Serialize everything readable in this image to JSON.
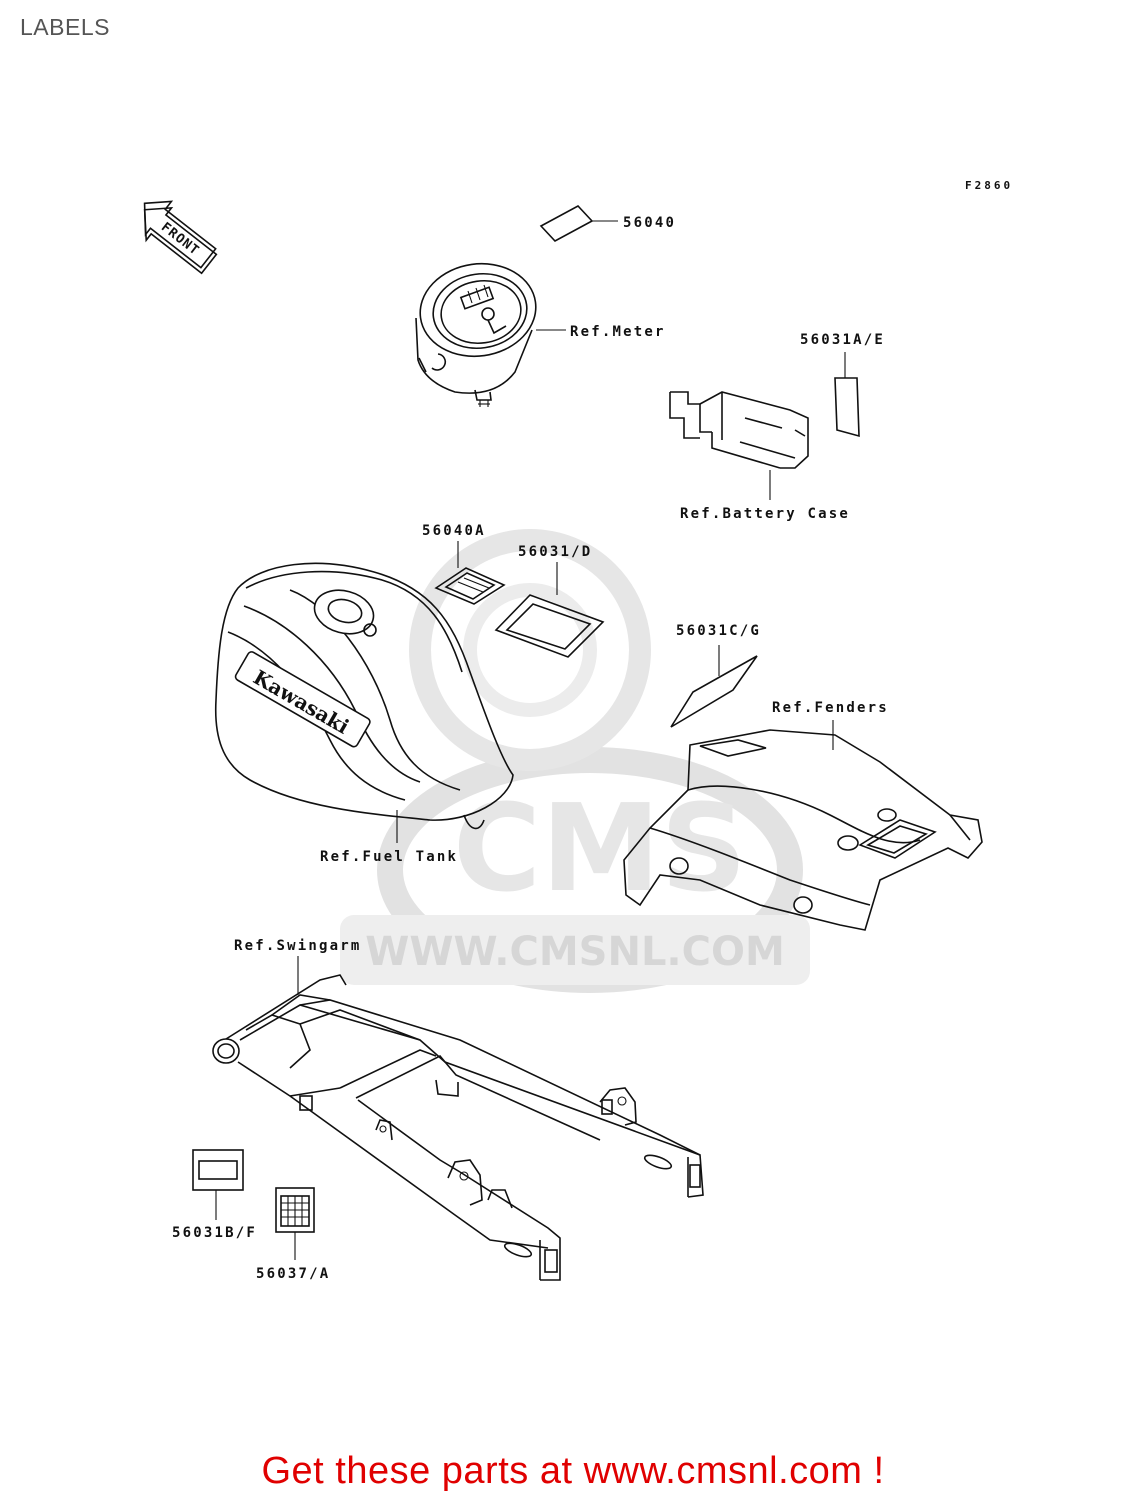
{
  "page": {
    "title": "LABELS"
  },
  "diagram": {
    "figure_code": "F2860",
    "front_arrow": "FRONT",
    "tank_brand": "Kawasaki",
    "watermark": {
      "brand": "CMS",
      "url": "WWW.CMSNL.COM"
    },
    "colors": {
      "line": "#111111",
      "watermark": "#dddddd",
      "footer": "#e00000"
    },
    "callouts": {
      "p56040": "56040",
      "ref_meter": "Ref.Meter",
      "p56031ae": "56031A/E",
      "ref_battery_case": "Ref.Battery Case",
      "p56040a": "56040A",
      "p56031d": "56031/D",
      "p56031cg": "56031C/G",
      "ref_fenders": "Ref.Fenders",
      "ref_fuel_tank": "Ref.Fuel Tank",
      "ref_swingarm": "Ref.Swingarm",
      "p56031bf": "56031B/F",
      "p56037a": "56037/A"
    }
  },
  "footer": {
    "link_text": "Get these parts at www.cmsnl.com !"
  }
}
